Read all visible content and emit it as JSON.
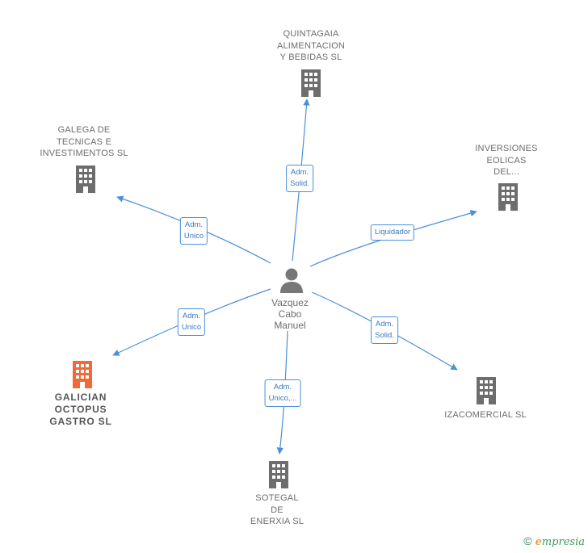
{
  "center": {
    "name": "Vazquez\nCabo\nManuel"
  },
  "nodes": [
    {
      "id": "quintagaia",
      "label": "QUINTAGAIA\nALIMENTACION\nY BEBIDAS  SL",
      "highlight": false
    },
    {
      "id": "galega",
      "label": "GALEGA DE\nTECNICAS E\nINVESTIMENTOS SL",
      "highlight": false
    },
    {
      "id": "inversiones",
      "label": "INVERSIONES\nEOLICAS\nDEL...",
      "highlight": false
    },
    {
      "id": "galician",
      "label": "GALICIAN\nOCTOPUS\nGASTRO  SL",
      "highlight": true
    },
    {
      "id": "izacomercial",
      "label": "IZACOMERCIAL SL",
      "highlight": false
    },
    {
      "id": "sotegal",
      "label": "SOTEGAL\nDE\nENERXIA SL",
      "highlight": false
    }
  ],
  "edges": [
    {
      "to": "quintagaia",
      "role": "Adm.\nSolid."
    },
    {
      "to": "galega",
      "role": "Adm.\nUnico"
    },
    {
      "to": "inversiones",
      "role": "Liquidador"
    },
    {
      "to": "galician",
      "role": "Adm.\nUnico"
    },
    {
      "to": "izacomercial",
      "role": "Adm.\nSolid."
    },
    {
      "to": "sotegal",
      "role": "Adm.\nUnico,..."
    }
  ],
  "colors": {
    "edge": "#4a90d9",
    "building": "#6d6d6d",
    "highlight": "#f06a35",
    "person": "#777777"
  },
  "footer": {
    "copyright": "©",
    "brand_initial": "e",
    "brand_rest": "mpresia"
  }
}
